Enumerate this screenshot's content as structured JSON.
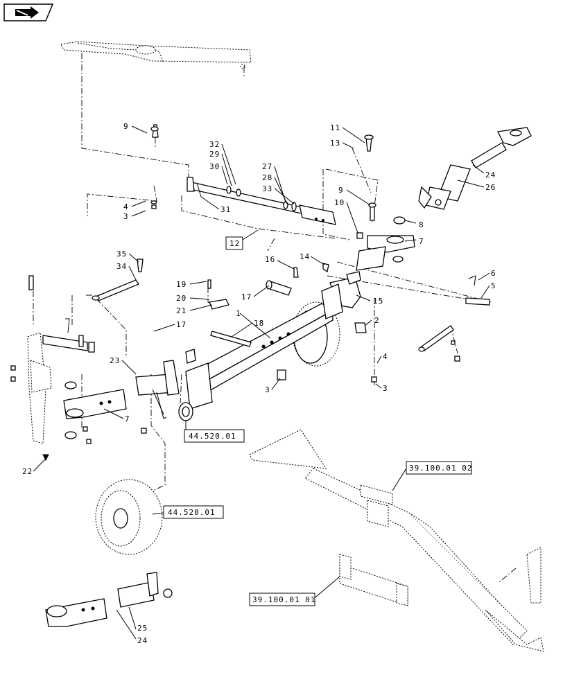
{
  "nav_button": {
    "icon": "arrow-icon"
  },
  "callouts": {
    "c1": "1",
    "c2": "2",
    "c3a": "3",
    "c3b": "3",
    "c3c": "3",
    "c4a": "4",
    "c4b": "4",
    "c5": "5",
    "c6": "6",
    "c7a": "7",
    "c7b": "7",
    "c8": "8",
    "c9a": "9",
    "c9b": "9",
    "c10": "10",
    "c11": "11",
    "c12": "12",
    "c13": "13",
    "c14": "14",
    "c15": "15",
    "c16": "16",
    "c17a": "17",
    "c17b": "17",
    "c18": "18",
    "c19": "19",
    "c20": "20",
    "c21": "21",
    "c22": "22",
    "c23": "23",
    "c24a": "24",
    "c24b": "24",
    "c25": "25",
    "c26": "26",
    "c27": "27",
    "c28": "28",
    "c29": "29",
    "c30": "30",
    "c31": "31",
    "c32": "32",
    "c33": "33",
    "c34": "34",
    "c35": "35"
  },
  "references": {
    "ref_wheel_hub": "44.520.01",
    "ref_wheel": "44.520.01",
    "ref_cylinder_top": "39.100.01 02",
    "ref_cylinder_bottom": "39.100.01 01"
  }
}
